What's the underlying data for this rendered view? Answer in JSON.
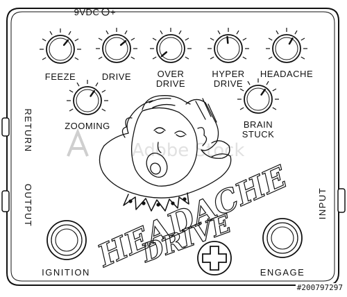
{
  "header": {
    "power_label": "9VDC",
    "polarity_symbol": "⊖+"
  },
  "knobs": [
    {
      "label": "FEEZE"
    },
    {
      "label": "DRIVE"
    },
    {
      "label": "OVER",
      "label2": "DRIVE"
    },
    {
      "label": "HYPER",
      "label2": "DRIVE"
    },
    {
      "label": "HEADACHE"
    },
    {
      "label": "ZOOMING"
    },
    {
      "label": "BRAIN",
      "label2": "STUCK"
    }
  ],
  "jacks": {
    "left_upper": "RETURN",
    "left_lower": "OUTPUT",
    "right": "INPUT"
  },
  "switches": {
    "left_label": "IGNITION",
    "right_label": "ENGAGE"
  },
  "title_art": {
    "word1": "HEADACHE",
    "word2": "DRIVE"
  },
  "watermark": {
    "text": "Adobe Stock"
  },
  "stock_id": "#200797297",
  "icons": {
    "plus_badge": "plus-cross-icon",
    "character": "screaming-clown-illustration"
  }
}
